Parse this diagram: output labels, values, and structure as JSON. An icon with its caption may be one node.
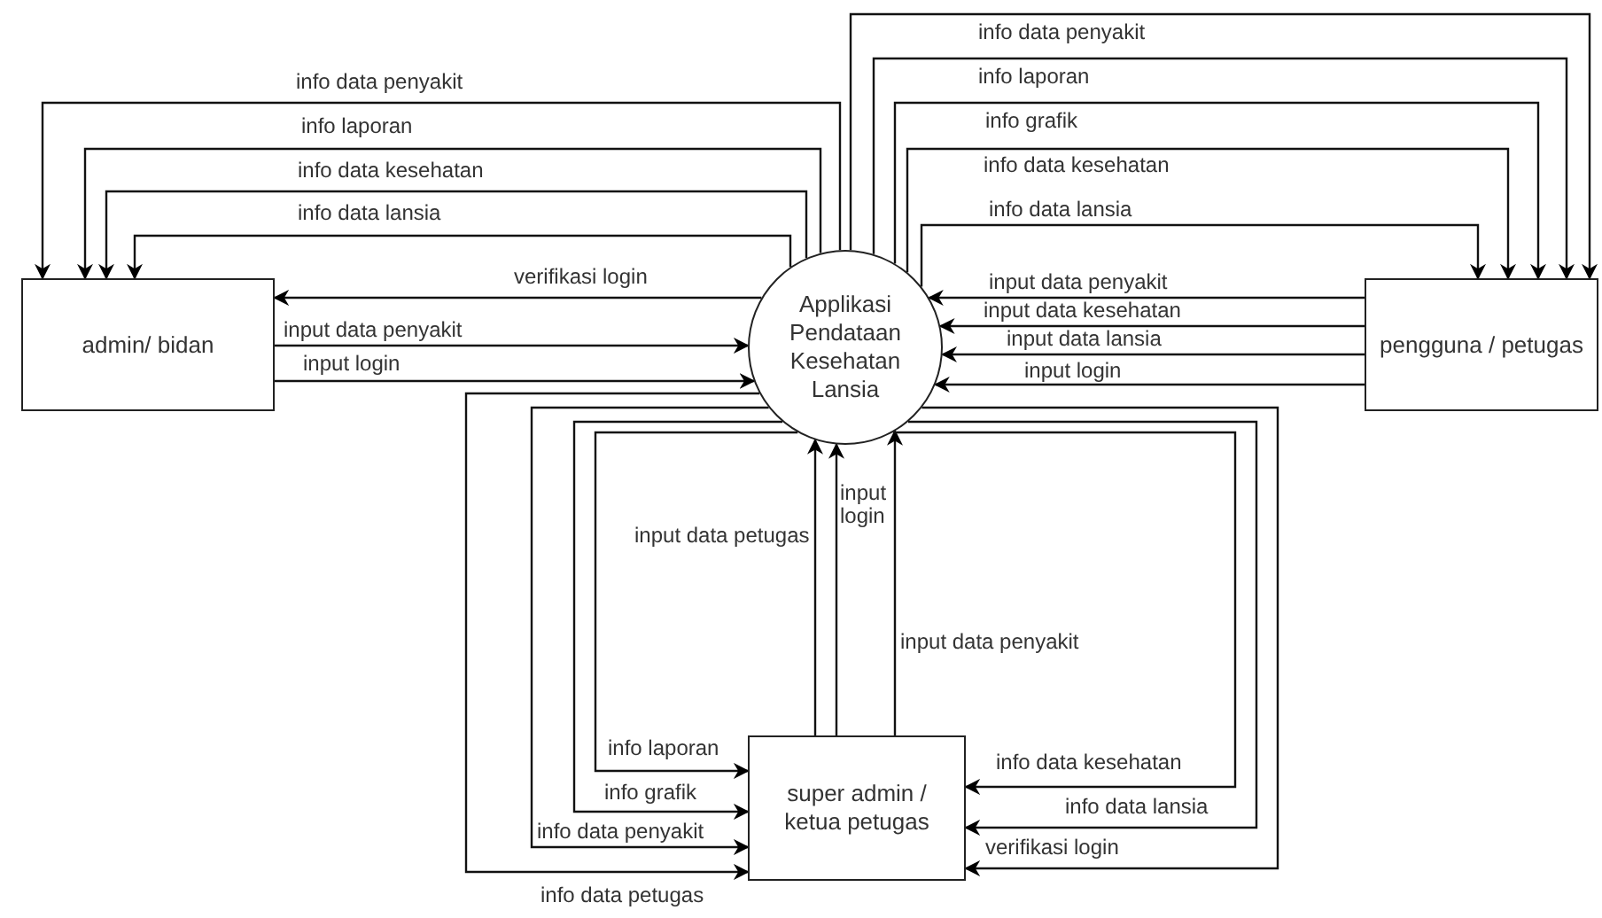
{
  "diagram": {
    "nodes": [
      {
        "text": [
          "admin/ bidan"
        ]
      },
      {
        "text": [
          "Applikasi Pendataan Kesehatan Lansia"
        ]
      },
      {
        "text": [
          "pengguna / petugas"
        ]
      },
      {
        "text": [
          "super admin / ketua petugas"
        ]
      }
    ],
    "edges": [
      {
        "from": 1,
        "to": 0,
        "arrow": "to",
        "label": "info data penyakit"
      },
      {
        "from": 1,
        "to": 0,
        "arrow": "to",
        "label": "info laporan"
      },
      {
        "from": 1,
        "to": 0,
        "arrow": "to",
        "label": "info data kesehatan"
      },
      {
        "from": 1,
        "to": 0,
        "arrow": "to",
        "label": "info data lansia"
      },
      {
        "from": 1,
        "to": 0,
        "arrow": "to",
        "label": "verifikasi login"
      },
      {
        "from": 0,
        "to": 1,
        "arrow": "to",
        "label": "input data penyakit"
      },
      {
        "from": 0,
        "to": 1,
        "arrow": "to",
        "label": "input login"
      },
      {
        "from": 1,
        "to": 2,
        "arrow": "to",
        "label": "info data penyakit"
      },
      {
        "from": 1,
        "to": 2,
        "arrow": "to",
        "label": "info laporan"
      },
      {
        "from": 1,
        "to": 2,
        "arrow": "to",
        "label": "info grafik"
      },
      {
        "from": 1,
        "to": 2,
        "arrow": "to",
        "label": "info data kesehatan"
      },
      {
        "from": 1,
        "to": 2,
        "arrow": "to",
        "label": "info data lansia"
      },
      {
        "from": 2,
        "to": 1,
        "arrow": "to",
        "label": "input data penyakit"
      },
      {
        "from": 2,
        "to": 1,
        "arrow": "to",
        "label": "input data kesehatan"
      },
      {
        "from": 2,
        "to": 1,
        "arrow": "to",
        "label": "input data lansia"
      },
      {
        "from": 2,
        "to": 1,
        "arrow": "to",
        "label": "input login"
      },
      {
        "from": 3,
        "to": 1,
        "arrow": "to",
        "label": "input data petugas"
      },
      {
        "from": 3,
        "to": 1,
        "arrow": "to",
        "label": "input login"
      },
      {
        "from": 3,
        "to": 1,
        "arrow": "to",
        "label": "input data penyakit"
      },
      {
        "from": 1,
        "to": 3,
        "arrow": "to",
        "label": "info laporan"
      },
      {
        "from": 1,
        "to": 3,
        "arrow": "to",
        "label": "info grafik"
      },
      {
        "from": 1,
        "to": 3,
        "arrow": "to",
        "label": "info data penyakit"
      },
      {
        "from": 1,
        "to": 3,
        "arrow": "to",
        "label": "info data petugas"
      },
      {
        "from": 1,
        "to": 3,
        "arrow": "to",
        "label": "info data kesehatan"
      },
      {
        "from": 1,
        "to": 3,
        "arrow": "to",
        "label": "info data lansia"
      },
      {
        "from": 1,
        "to": 3,
        "arrow": "to",
        "label": "verifikasi login"
      }
    ]
  }
}
